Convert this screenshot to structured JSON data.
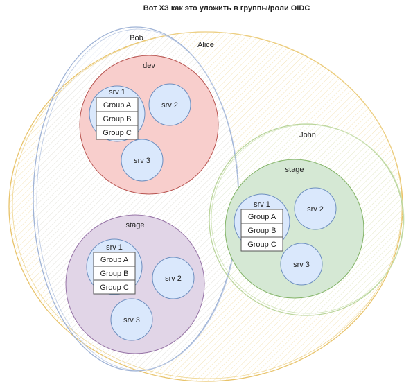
{
  "title": "Вот ХЗ как это уложить в группы/роли OIDC",
  "users": {
    "bob": "Bob",
    "alice": "Alice",
    "john": "John"
  },
  "environments": {
    "dev": {
      "label": "dev",
      "servers": {
        "srv1": {
          "label": "srv 1",
          "groups": [
            "Group A",
            "Group B",
            "Group C"
          ]
        },
        "srv2": {
          "label": "srv 2"
        },
        "srv3": {
          "label": "srv 3"
        }
      }
    },
    "stage_left": {
      "label": "stage",
      "servers": {
        "srv1": {
          "label": "srv 1",
          "groups": [
            "Group A",
            "Group B",
            "Group C"
          ]
        },
        "srv2": {
          "label": "srv 2"
        },
        "srv3": {
          "label": "srv 3"
        }
      }
    },
    "stage_right": {
      "label": "stage",
      "servers": {
        "srv1": {
          "label": "srv 1",
          "groups": [
            "Group A",
            "Group B",
            "Group C"
          ]
        },
        "srv2": {
          "label": "srv 2"
        },
        "srv3": {
          "label": "srv 3"
        }
      }
    }
  },
  "colors": {
    "alice_stroke": "#e8c36a",
    "bob_stroke": "#9fb3d6",
    "john_stroke": "#b9d49a",
    "dev_fill": "#f8cecc",
    "dev_stroke": "#b85450",
    "stage_left_fill": "#e1d5e7",
    "stage_left_stroke": "#9673a6",
    "stage_right_fill": "#d5e8d4",
    "stage_right_stroke": "#82b366",
    "server_fill": "#dae8fc",
    "server_stroke": "#6c8ebf",
    "group_box_stroke": "#555555"
  }
}
